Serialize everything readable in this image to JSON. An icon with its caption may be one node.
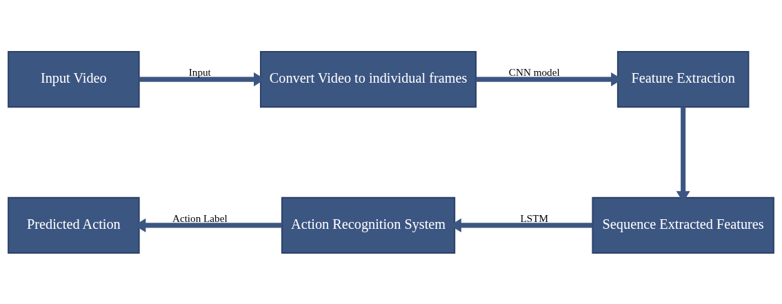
{
  "diagram": {
    "nodes": [
      {
        "text": [
          "Input Video"
        ]
      },
      {
        "text": [
          "Convert Video to individual frames"
        ]
      },
      {
        "text": [
          "Feature Extraction"
        ]
      },
      {
        "text": [
          "Sequence Extracted Features"
        ]
      },
      {
        "text": [
          "Action Recognition System"
        ]
      },
      {
        "text": [
          "Predicted Action"
        ]
      }
    ],
    "edges": [
      {
        "from": 0,
        "to": 1,
        "arrow": "to",
        "label": "Input"
      },
      {
        "from": 1,
        "to": 2,
        "arrow": "to",
        "label": "CNN model"
      },
      {
        "from": 2,
        "to": 3,
        "arrow": "to"
      },
      {
        "from": 3,
        "to": 4,
        "arrow": "to",
        "label": "LSTM"
      },
      {
        "from": 4,
        "to": 5,
        "arrow": "to",
        "label": "Action Label"
      }
    ]
  }
}
